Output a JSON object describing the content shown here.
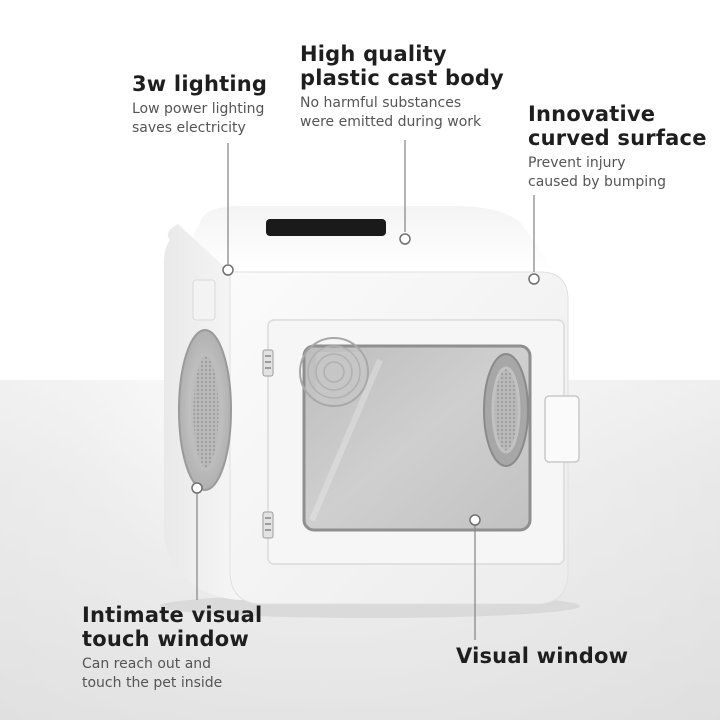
{
  "labels": {
    "lighting": {
      "title": "3w lighting",
      "desc": "Low power lighting\nsaves electricity"
    },
    "body": {
      "title": "High quality\nplastic cast body",
      "desc": "No harmful substances\nwere emitted during work"
    },
    "curved": {
      "title": "Innovative\ncurved surface",
      "desc": "Prevent injury\ncaused by bumping"
    },
    "touch_window": {
      "title": "Intimate visual\ntouch window",
      "desc": "Can reach out and\ntouch the pet inside"
    },
    "visual_window": {
      "title": "Visual window"
    }
  },
  "colors": {
    "body_white": "#f7f7f7",
    "window_glass": "#c9c9c9",
    "leader_line": "#8a8a8a",
    "title_text": "#1e1e1e",
    "desc_text": "#555555"
  }
}
